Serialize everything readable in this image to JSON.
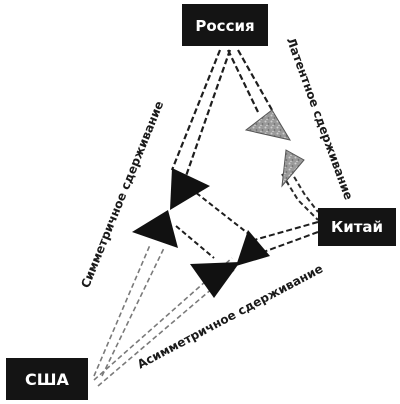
{
  "nodes": {
    "russia": "Россия",
    "china": "Китай",
    "usa": "США"
  },
  "edge_labels": {
    "symmetric": "Симметричное сдерживание",
    "latent": "Латентное сдерживание",
    "asymmetric": "Асимметричное сдерживание"
  },
  "colors": {
    "node_fill": "#141414",
    "node_text": "#ffffff",
    "line": "#1e1e1e",
    "triangle_dark": "#111111",
    "triangle_grey": "#8c8c8c"
  }
}
